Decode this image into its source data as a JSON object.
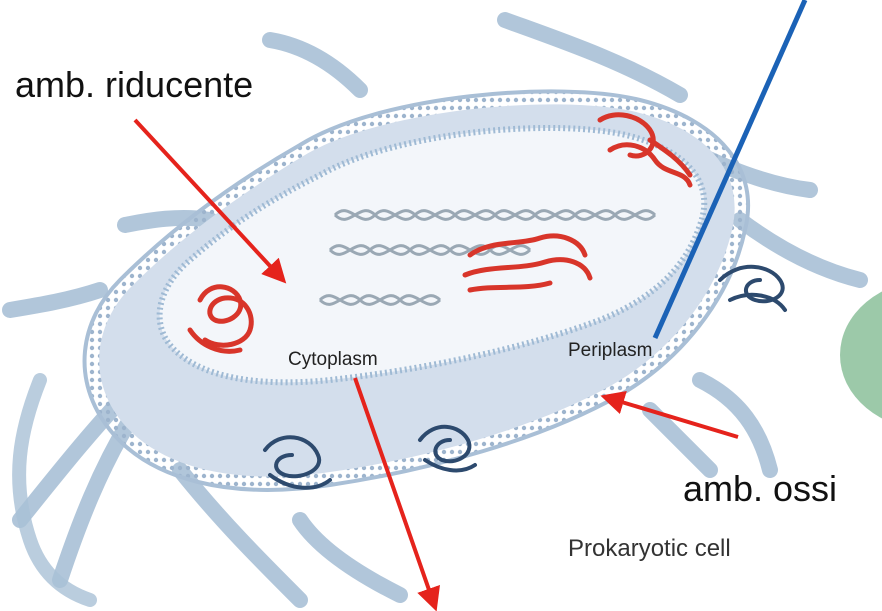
{
  "labels": {
    "reducing_env": "amb. riducente",
    "oxidizing_env": "amb. ossi",
    "cytoplasm": "Cytoplasm",
    "periplasm": "Periplasm",
    "caption": "Prokaryotic cell"
  },
  "colors": {
    "background": "#ffffff",
    "membrane": "#b9cbe0",
    "periplasm_fill": "#d3deec",
    "cytoplasm_fill": "#f3f6fa",
    "flagella": "#a9c0d6",
    "protein_red": "#d8352a",
    "protein_blue": "#2d4a6e",
    "arrow_red": "#e5231c",
    "line_blue": "#1b62b6",
    "green_blob": "#8bbf9a"
  },
  "icons": [
    "red-arrow",
    "blue-line",
    "red-protein",
    "blue-protein",
    "dna-helix",
    "flagellum"
  ]
}
